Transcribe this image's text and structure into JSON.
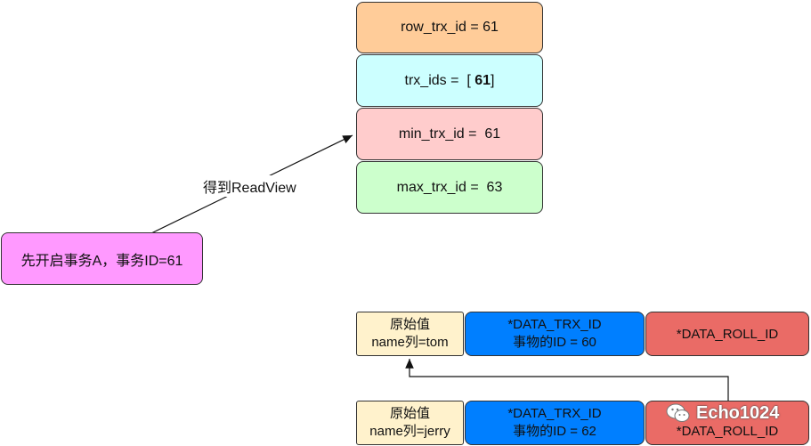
{
  "readview": {
    "row_trx_id": "row_trx_id = 61",
    "trx_ids_prefix": "trx_ids =  [ ",
    "trx_ids_value": "61",
    "trx_ids_suffix": "]",
    "min_trx_id": "min_trx_id =  61",
    "max_trx_id": "max_trx_id =  63"
  },
  "transaction": {
    "label": "先开启事务A，事务ID=61"
  },
  "arrow_label": "得到ReadView",
  "record_top": {
    "value_line1": "原始值",
    "value_line2": "name列=tom",
    "trx_line1": "*DATA_TRX_ID",
    "trx_line2": "事物的ID = 60",
    "roll": "*DATA_ROLL_ID"
  },
  "record_bottom": {
    "value_line1": "原始值",
    "value_line2": "name列=jerry",
    "trx_line1": "*DATA_TRX_ID",
    "trx_line2": "事物的ID = 62",
    "roll": "*DATA_ROLL_ID"
  },
  "watermark": "Echo1024",
  "colors": {
    "orange": "#ffcc99",
    "cyan": "#ccffff",
    "pink": "#ffcccc",
    "green": "#ccffcc",
    "magenta": "#ff99ff",
    "cream": "#fff2cc",
    "blue": "#007fff",
    "red": "#ea6b66"
  }
}
